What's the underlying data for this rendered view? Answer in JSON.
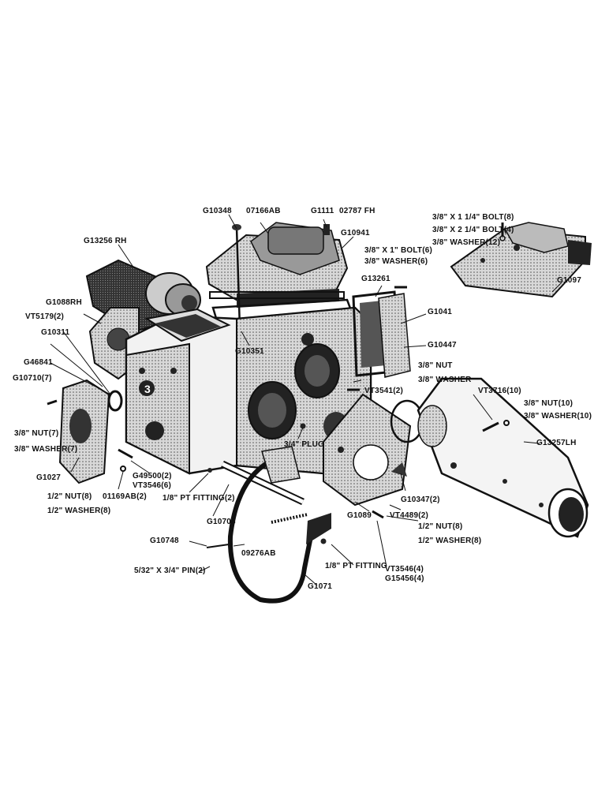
{
  "labels": {
    "g10348": "G10348",
    "p07166ab": "07166AB",
    "g1111": "G1111",
    "p02787fh": "02787 FH",
    "g13256rh": "G13256 RH",
    "g10941": "G10941",
    "bolt_a": "3/8\" X 1 1/4\" BOLT(8)",
    "bolt_b": "3/8\" X 2 1/4\" BOLT(4)",
    "washer_a": "3/8\" WASHER(12)",
    "g1097": "G1097",
    "bolt_c": "3/8\" X 1\" BOLT(6)",
    "washer_c": "3/8\" WASHER(6)",
    "g13261": "G13261",
    "g1088rh": "G1088RH",
    "vt5179": "VT5179(2)",
    "g10311": "G10311",
    "g10351": "G10351",
    "g1041": "G1041",
    "g10447": "G10447",
    "g46841": "G46841",
    "nut_d": "3/8\" NUT",
    "washer_d": "3/8\" WASHER",
    "g10710": "G10710(7)",
    "vt3541": "VT3541(2)",
    "vt3716": "VT3716(10)",
    "nut_e": "3/8\" NUT(10)",
    "washer_e": "3/8\" WASHER(10)",
    "nut_f": "3/8\" NUT(7)",
    "washer_f": "3/8\" WASHER(7)",
    "plug": "3/4\" PLUG",
    "g13257lh": "G13257LH",
    "g1027": "G1027",
    "g49500": "G49500(2)",
    "vt3546a": "VT3546(6)",
    "nut_g": "1/2\" NUT(8)",
    "washer_g": "1/2\" WASHER(8)",
    "p01169ab": "01169AB(2)",
    "ptfit_a": "1/8\" PT FITTING(2)",
    "g10347": "G10347(2)",
    "g1089": "G1089",
    "vt4489": "VT4489(2)",
    "nut_h": "1/2\" NUT(8)",
    "washer_h": "1/2\" WASHER(8)",
    "g10708": "G10708",
    "g10748": "G10748",
    "p09276ab": "09276AB",
    "pin": "5/32\" X 3/4\" PIN(2)",
    "ptfit_b": "1/8\" PT FITTING",
    "vt3546b": "VT3546(4)",
    "g15456": "G15456(4)",
    "g1071": "G1071"
  },
  "colors": {
    "ink": "#111111",
    "paper": "#ffffff",
    "shade": "#2a2a2a",
    "mid": "#8a8a8a"
  }
}
